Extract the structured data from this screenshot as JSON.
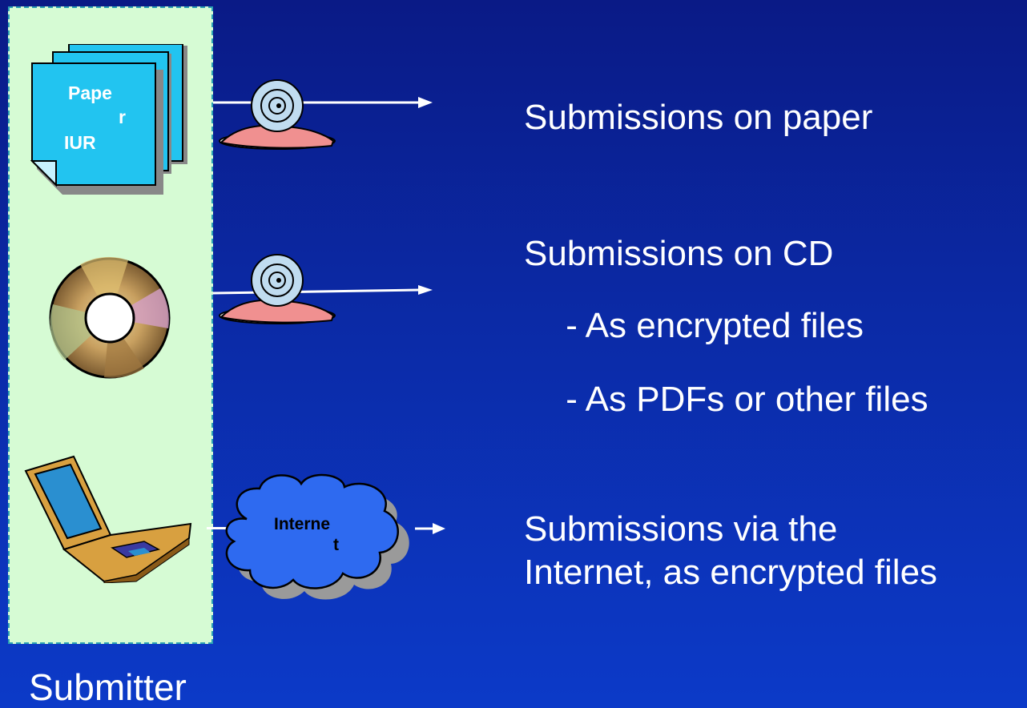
{
  "panel": {
    "label": "Submitter"
  },
  "paper_doc": {
    "line1": "Pape",
    "line2": "r",
    "line3": "IUR"
  },
  "internet_cloud": {
    "line1": "Interne",
    "line2": "t"
  },
  "descriptions": {
    "paper": "Submissions on paper",
    "cd": "Submissions on CD",
    "cd_encrypted": " - As encrypted files",
    "cd_pdf": " - As PDFs or other files",
    "internet_line1": "Submissions via the",
    "internet_line2": "Internet, as encrypted files"
  },
  "icons": [
    "paper-document-stack-icon",
    "cd-icon",
    "laptop-icon",
    "snail-icon",
    "internet-cloud-icon",
    "arrow-right-icon"
  ],
  "colors": {
    "background_top": "#0a1a86",
    "background_bottom": "#0c3ac8",
    "panel_fill": "#d6fbd4",
    "panel_border": "#2aa0b4",
    "paper_fill": "#22c4f0",
    "cloud_fill": "#2e6af0",
    "text": "#ffffff"
  }
}
